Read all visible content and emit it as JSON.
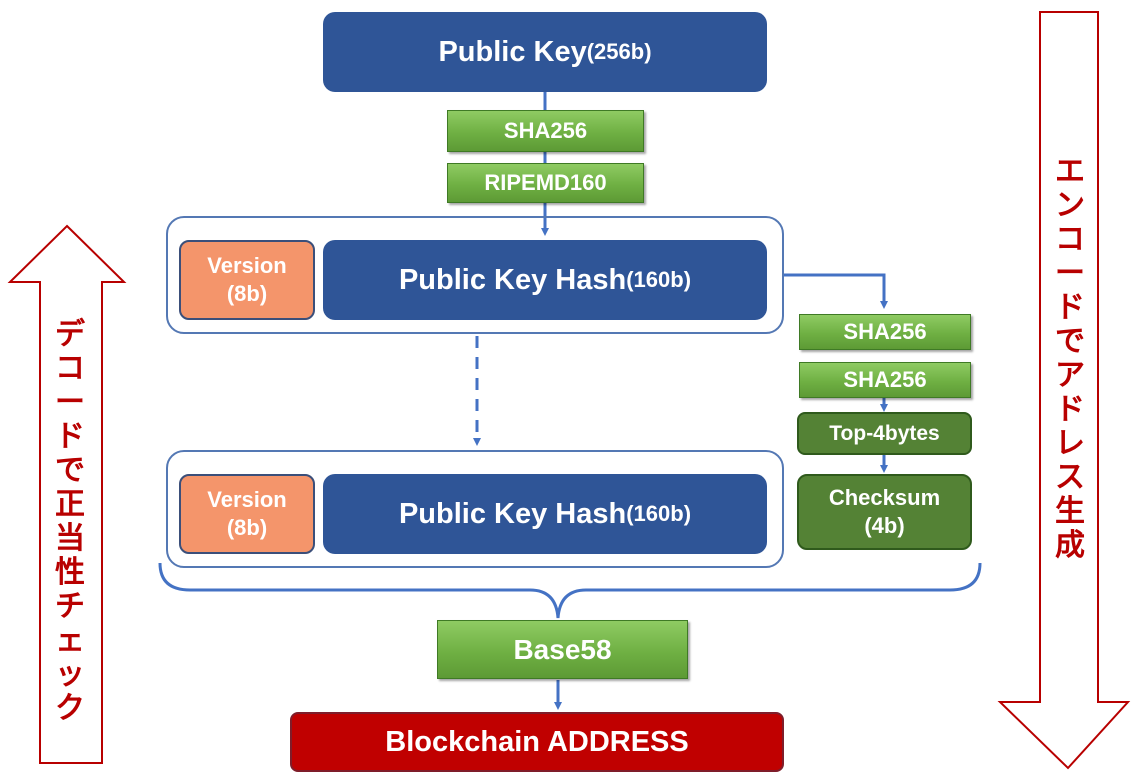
{
  "public_key": {
    "label": "Public Key",
    "size": "(256b)"
  },
  "hash_steps": [
    "SHA256",
    "RIPEMD160"
  ],
  "group_top": {
    "version": {
      "label": "Version",
      "size": "(8b)"
    },
    "pkh": {
      "label": "Public Key Hash",
      "size": "(160b)"
    }
  },
  "group_bottom": {
    "version": {
      "label": "Version",
      "size": "(8b)"
    },
    "pkh": {
      "label": "Public Key Hash",
      "size": "(160b)"
    }
  },
  "checksum_steps": [
    "SHA256",
    "SHA256",
    "Top-4bytes"
  ],
  "checksum": {
    "label": "Checksum",
    "size": "(4b)"
  },
  "base58": "Base58",
  "address": "Blockchain ADDRESS",
  "left_arrow_text": "デコードで正当性チェック",
  "right_arrow_text": "エンコードでアドレス生成",
  "colors": {
    "navy": "#2f5597",
    "orange": "#f4956b",
    "green": "#70ad47",
    "dark_green": "#548235",
    "red": "#c00000",
    "arrow_red": "#b80000",
    "connector": "#4472c4"
  }
}
